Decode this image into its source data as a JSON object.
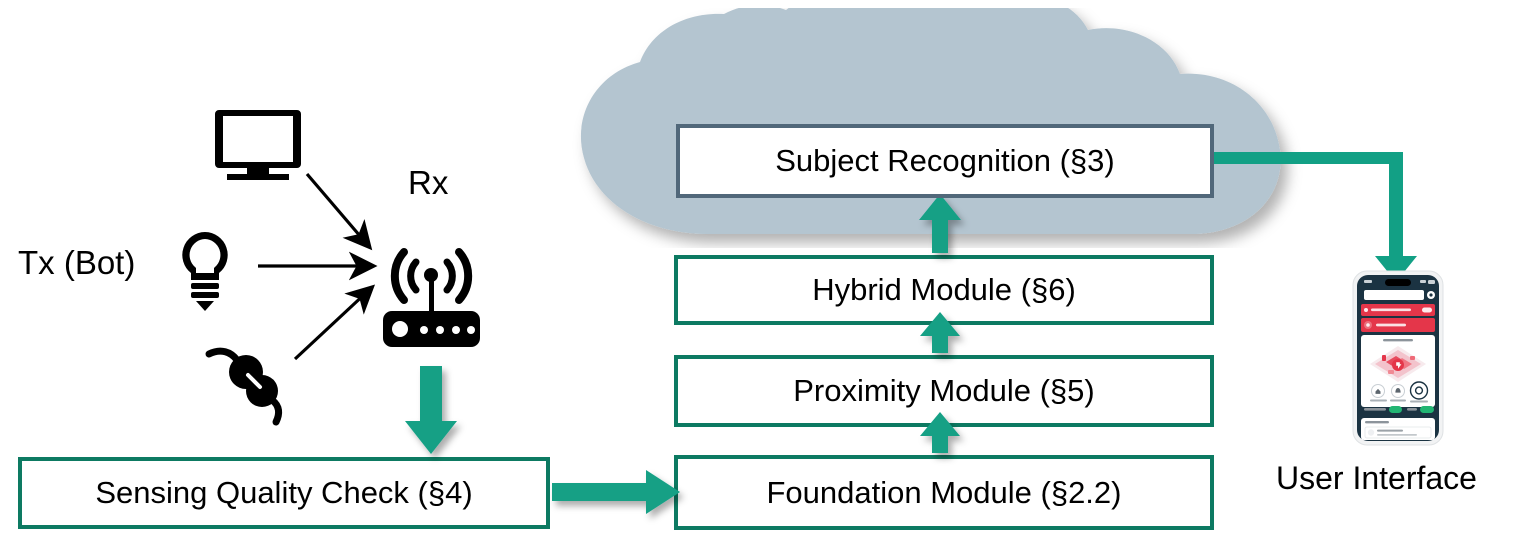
{
  "diagram": {
    "title": "Sensing System Architecture Pipeline",
    "colors": {
      "teal_arrow": "#12a085",
      "teal_border": "#0d7a62",
      "slate_border": "#51687a",
      "cloud_fill": "#b4c5d0",
      "black": "#000000",
      "phone_frame": "#1b3342",
      "phone_alert_red": "#e4364a",
      "phone_toggle_green": "#22b573",
      "background": "#ffffff"
    }
  },
  "sensing_side": {
    "tx_label": "Tx (Bot)",
    "rx_label": "Rx",
    "transmitters": [
      {
        "name": "monitor-icon",
        "label": "Monitor / TV"
      },
      {
        "name": "lightbulb-icon",
        "label": "Light Bulb"
      },
      {
        "name": "power-plug-icon",
        "label": "Power Plug"
      }
    ],
    "receiver": {
      "name": "wifi-router-icon",
      "label": "Wi-Fi Router"
    }
  },
  "cloud": {
    "name": "cloud-shape",
    "label": "Cloud"
  },
  "boxes": {
    "subject_recognition": "Subject Recognition (§3)",
    "hybrid_module": "Hybrid Module (§6)",
    "proximity_module": "Proximity Module (§5)",
    "foundation_module": "Foundation Module (§2.2)",
    "sensing_quality_check": "Sensing Quality Check (§4)"
  },
  "user_interface": {
    "label": "User Interface",
    "device": "smartphone-mockup",
    "screen": {
      "search_bar": "",
      "alert_banner_primary": "",
      "alert_banner_secondary": "",
      "card_title": "",
      "controls": [
        "control-left",
        "control-middle",
        "control-right"
      ],
      "toggles": [
        "toggle-left",
        "toggle-right"
      ],
      "activity_list_title": ""
    }
  },
  "flows": [
    {
      "from": "monitor-icon",
      "to": "wifi-router-icon",
      "style": "thin-black-arrow"
    },
    {
      "from": "lightbulb-icon",
      "to": "wifi-router-icon",
      "style": "thin-black-arrow"
    },
    {
      "from": "power-plug-icon",
      "to": "wifi-router-icon",
      "style": "thin-black-arrow"
    },
    {
      "from": "wifi-router-icon",
      "to": "sensing_quality_check",
      "style": "teal-arrow-down"
    },
    {
      "from": "sensing_quality_check",
      "to": "foundation_module",
      "style": "teal-arrow-right"
    },
    {
      "from": "foundation_module",
      "to": "proximity_module",
      "style": "teal-arrow-up"
    },
    {
      "from": "proximity_module",
      "to": "hybrid_module",
      "style": "teal-arrow-up"
    },
    {
      "from": "hybrid_module",
      "to": "subject_recognition",
      "style": "teal-arrow-up"
    },
    {
      "from": "subject_recognition",
      "to": "user_interface",
      "style": "teal-elbow-arrow"
    }
  ]
}
